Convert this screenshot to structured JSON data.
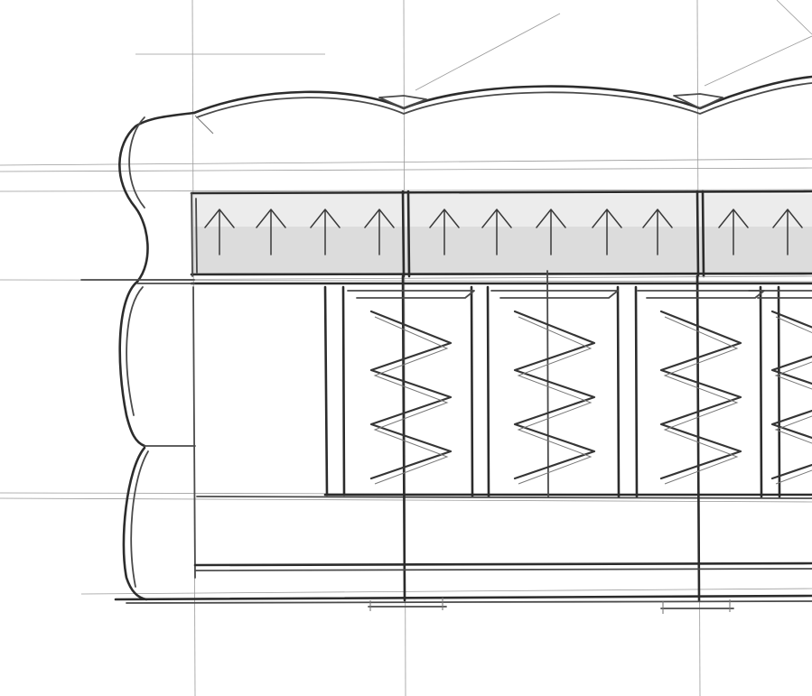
{
  "drawing": {
    "subject": "mattress-cross-section",
    "foam_layer_arrow_count": 11,
    "pocket_spring_count": 4,
    "pillow_top_segments": 3
  },
  "colors": {
    "paper": "#ffffff",
    "pencil_dark": "#2c2c2c",
    "pencil_light": "#9a9a9a",
    "foam_fill": "#dcdcdc"
  }
}
